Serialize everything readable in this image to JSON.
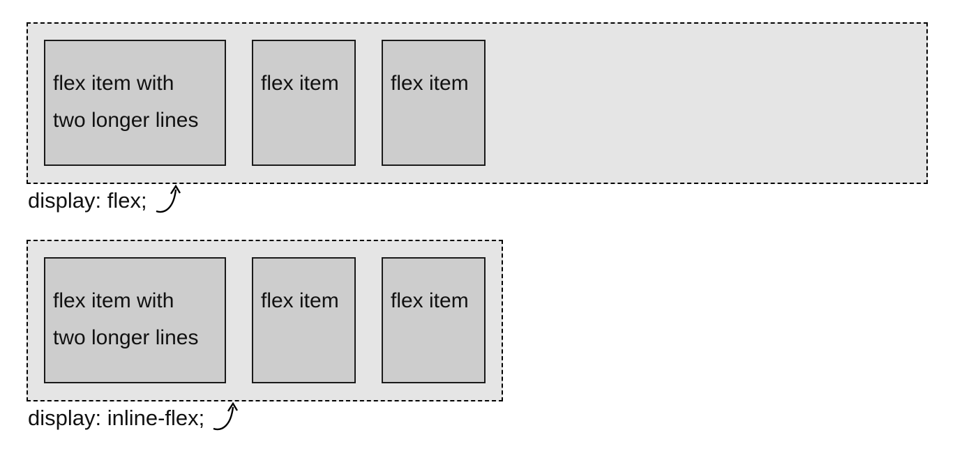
{
  "demos": {
    "flex": {
      "label": "display: flex;",
      "items": [
        "flex item with\ntwo longer lines",
        "flex item",
        "flex item"
      ]
    },
    "inline_flex": {
      "label": "display: inline-flex;",
      "items": [
        "flex item with\ntwo longer lines",
        "flex item",
        "flex item"
      ]
    }
  },
  "icons": {
    "arrow": "curved-up-right-arrow"
  },
  "colors": {
    "container_background": "#e5e5e5",
    "item_background": "#cdcdcd",
    "border_color": "#000000",
    "item_border": "#1a1a1a",
    "text_color": "#111111",
    "page_background": "#ffffff"
  }
}
